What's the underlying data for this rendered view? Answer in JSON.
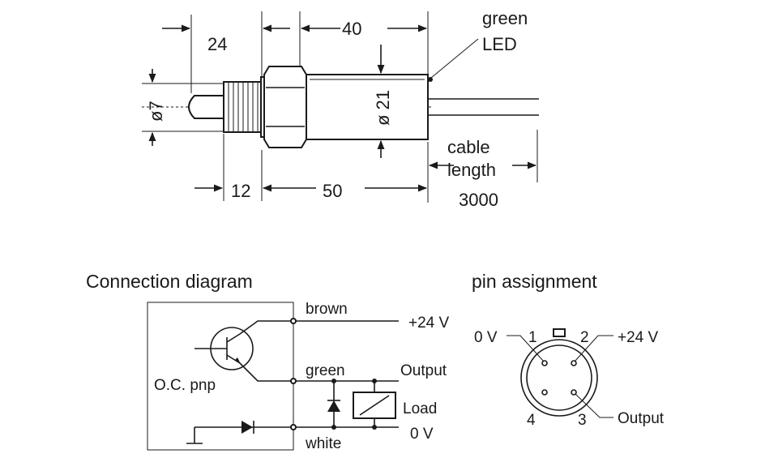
{
  "dimensions": {
    "d24": "24",
    "d40": "40",
    "dia7": "ø7",
    "dia21": "ø 21",
    "d12": "12",
    "d50": "50"
  },
  "led_label": {
    "line1": "green",
    "line2": "LED"
  },
  "cable_label": {
    "line1": "cable",
    "line2": "length",
    "line3": "3000"
  },
  "connection": {
    "title": "Connection diagram",
    "transistor": "O.C. pnp",
    "wire_brown": "brown",
    "wire_green": "green",
    "wire_white": "white",
    "v_plus": "+24 V",
    "output": "Output",
    "load": "Load",
    "v_zero": "0 V"
  },
  "pins": {
    "title": "pin assignment",
    "pin1": "1",
    "pin2": "2",
    "pin3": "3",
    "pin4": "4",
    "label_0v": "0 V",
    "label_24v": "+24 V",
    "label_output": "Output"
  }
}
